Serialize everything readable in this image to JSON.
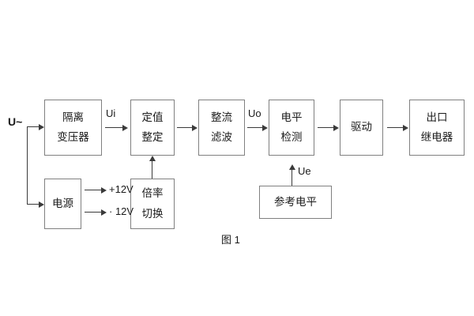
{
  "figure": {
    "caption": "图 1",
    "colors": {
      "background": "#ffffff",
      "box_border": "#808080",
      "wire": "#3a3a3a",
      "text": "#1a1a1a"
    }
  },
  "blocks": [
    {
      "id": "isolation-transformer",
      "line1": "隔离",
      "line2": "变压器"
    },
    {
      "id": "setpoint-setting",
      "line1": "定值",
      "line2": "整定"
    },
    {
      "id": "rectify-filter",
      "line1": "整流",
      "line2": "滤波"
    },
    {
      "id": "level-detection",
      "line1": "电平",
      "line2": "检测"
    },
    {
      "id": "drive",
      "line1": "驱动",
      "line2": ""
    },
    {
      "id": "output-relay",
      "line1": "出口",
      "line2": "继电器"
    },
    {
      "id": "power-supply",
      "line1": "电源",
      "line2": ""
    },
    {
      "id": "multiplier-switch",
      "line1": "倍率",
      "line2": "切换"
    },
    {
      "id": "reference-level",
      "line1": "参考电平",
      "line2": ""
    }
  ],
  "labels": {
    "input_supply": "U~",
    "ui": "Ui",
    "uo": "Uo",
    "ue": "Ue",
    "rail_positive": "+12V",
    "rail_negative": "· 12V"
  }
}
